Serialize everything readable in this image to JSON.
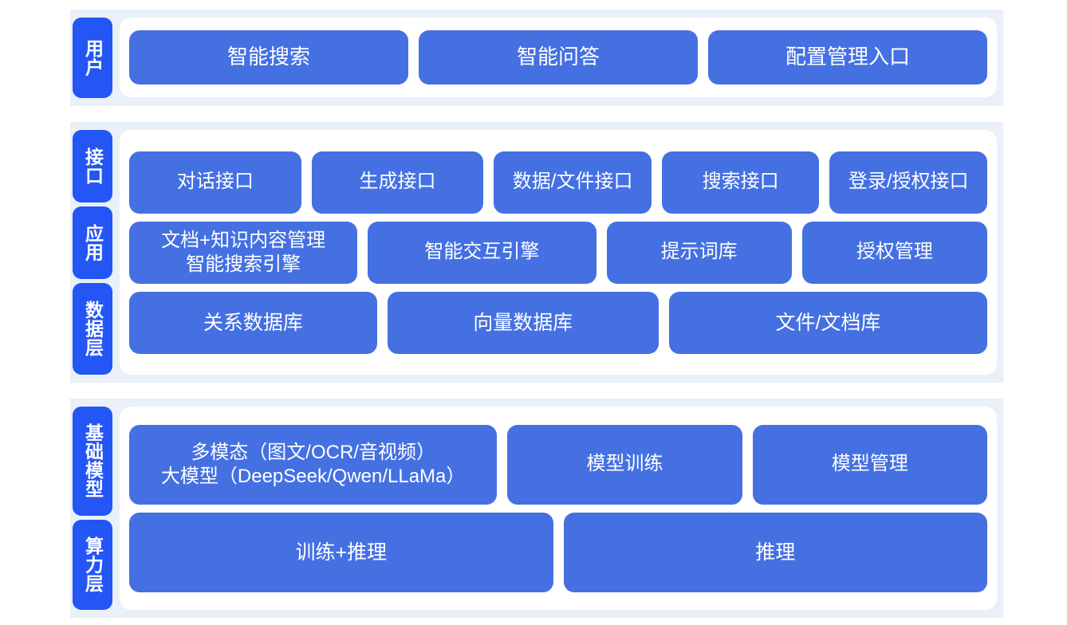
{
  "colors": {
    "band": "#eaf0f8",
    "panel": "#ffffff",
    "chip": "#2456f5",
    "card": "#4470e2",
    "card_text": "#ffffff",
    "page_background": "#ffffff"
  },
  "sections": [
    {
      "id": "user",
      "layers": [
        {
          "label": "用户"
        }
      ],
      "rows": [
        {
          "id": "user-entries",
          "cards": [
            {
              "label": "智能搜索"
            },
            {
              "label": "智能问答"
            },
            {
              "label": "配置管理入口"
            }
          ]
        }
      ]
    },
    {
      "id": "middle",
      "layers": [
        {
          "label": "接口"
        },
        {
          "label": "应用"
        },
        {
          "label": "数据层"
        }
      ],
      "rows": [
        {
          "id": "interface",
          "cards": [
            {
              "label": "对话接口"
            },
            {
              "label": "生成接口"
            },
            {
              "label": "数据/文件接口"
            },
            {
              "label": "搜索接口"
            },
            {
              "label": "登录/授权接口"
            }
          ]
        },
        {
          "id": "application",
          "cards": [
            {
              "label": "文档+知识内容管理\n智能搜索引擎"
            },
            {
              "label": "智能交互引擎"
            },
            {
              "label": "提示词库"
            },
            {
              "label": "授权管理"
            }
          ]
        },
        {
          "id": "data",
          "cards": [
            {
              "label": "关系数据库"
            },
            {
              "label": "向量数据库"
            },
            {
              "label": "文件/文档库"
            }
          ]
        }
      ]
    },
    {
      "id": "infra",
      "layers": [
        {
          "label": "基础模型"
        },
        {
          "label": "算力层"
        }
      ],
      "rows": [
        {
          "id": "model",
          "cards": [
            {
              "label": "多模态（图文/OCR/音视频）\n大模型（DeepSeek/Qwen/LLaMa）"
            },
            {
              "label": "模型训练"
            },
            {
              "label": "模型管理"
            }
          ]
        },
        {
          "id": "compute",
          "cards": [
            {
              "label": "训练+推理"
            },
            {
              "label": "推理"
            }
          ]
        }
      ]
    }
  ]
}
